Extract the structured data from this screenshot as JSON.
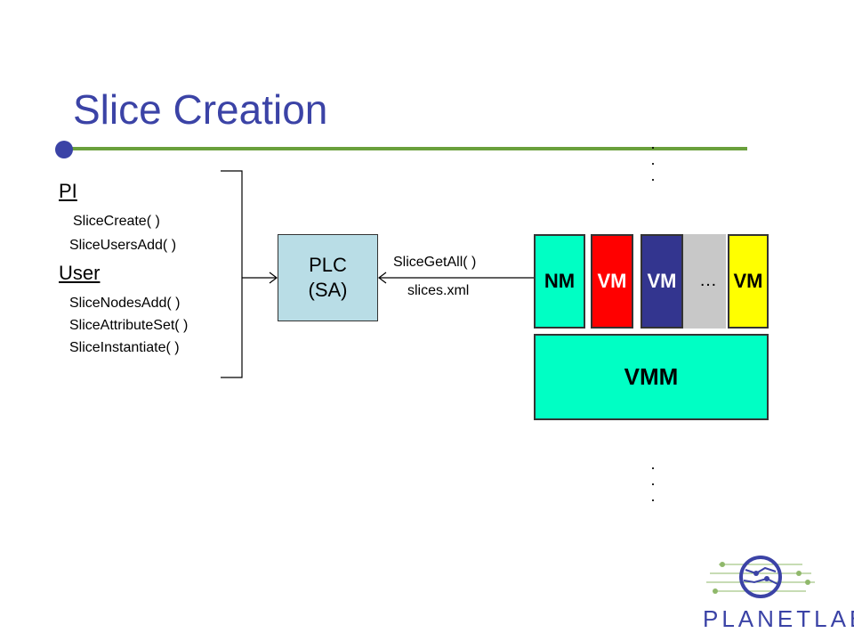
{
  "slide": {
    "title": "Slice Creation"
  },
  "pi": {
    "role": "PI",
    "calls": [
      "SliceCreate( )",
      "SliceUsersAdd( )"
    ]
  },
  "user": {
    "role": "User",
    "calls": [
      "SliceNodesAdd( )",
      "SliceAttributeSet( )",
      "SliceInstantiate( )"
    ]
  },
  "plc": {
    "line1": "PLC",
    "line2": "(SA)"
  },
  "link": {
    "call": "SliceGetAll( )",
    "response": "slices.xml"
  },
  "node": {
    "nm": "NM",
    "vm1": "VM",
    "vm2": "VM",
    "ellipsis": "…",
    "vm3": "VM",
    "vmm": "VMM",
    "dots_above": ".\n.\n.",
    "dots_below": ".\n.\n."
  },
  "logo": {
    "text": "PLANETLAB"
  },
  "colors": {
    "title": "#3b43a6",
    "rule": "#6aa03c",
    "nm": "#00ffc4",
    "vm_red": "#ff0000",
    "vm_blue": "#33358f",
    "vm_yellow": "#ffff00",
    "plc": "#b9dde6"
  }
}
